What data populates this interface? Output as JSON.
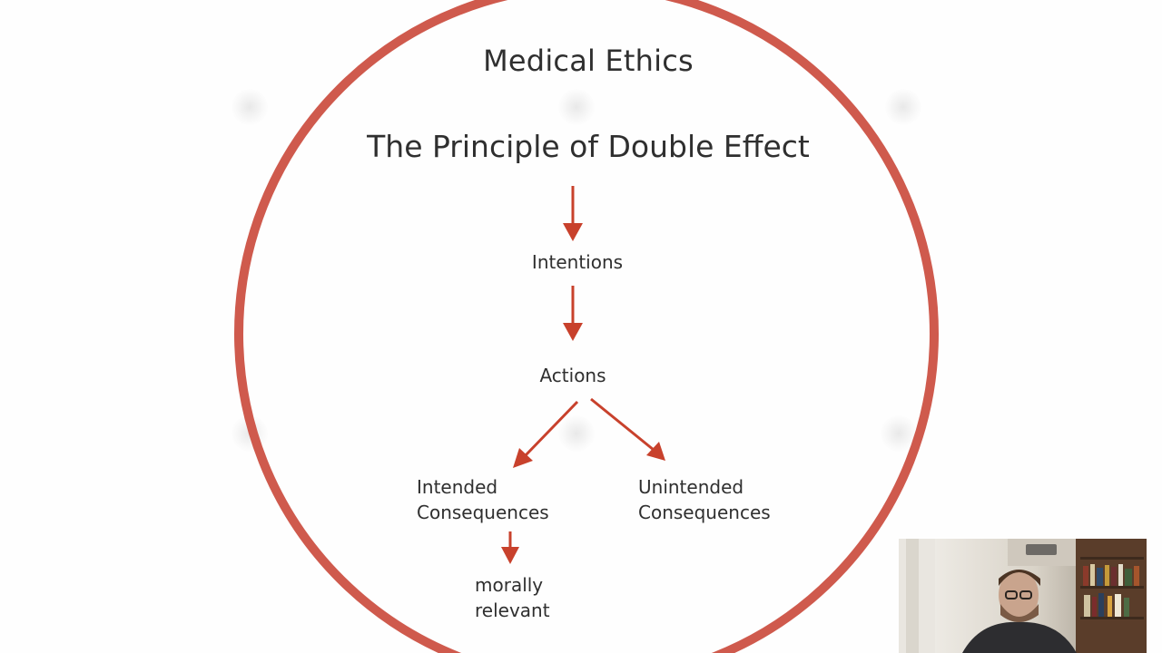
{
  "slide": {
    "title": "Medical Ethics",
    "subtitle": "The Principle of Double Effect",
    "nodes": {
      "intentions": "Intentions",
      "actions": "Actions",
      "intended_line1": "Intended",
      "intended_line2": "Consequences",
      "unintended_line1": "Unintended",
      "unintended_line2": "Consequences",
      "moral_line1": "morally",
      "moral_line2": "relevant"
    },
    "colors": {
      "accent": "#cf5a4d",
      "arrow": "#c8412c",
      "text": "#2f2f2f"
    }
  },
  "webcam": {
    "icon": "presenter-video-feed"
  }
}
